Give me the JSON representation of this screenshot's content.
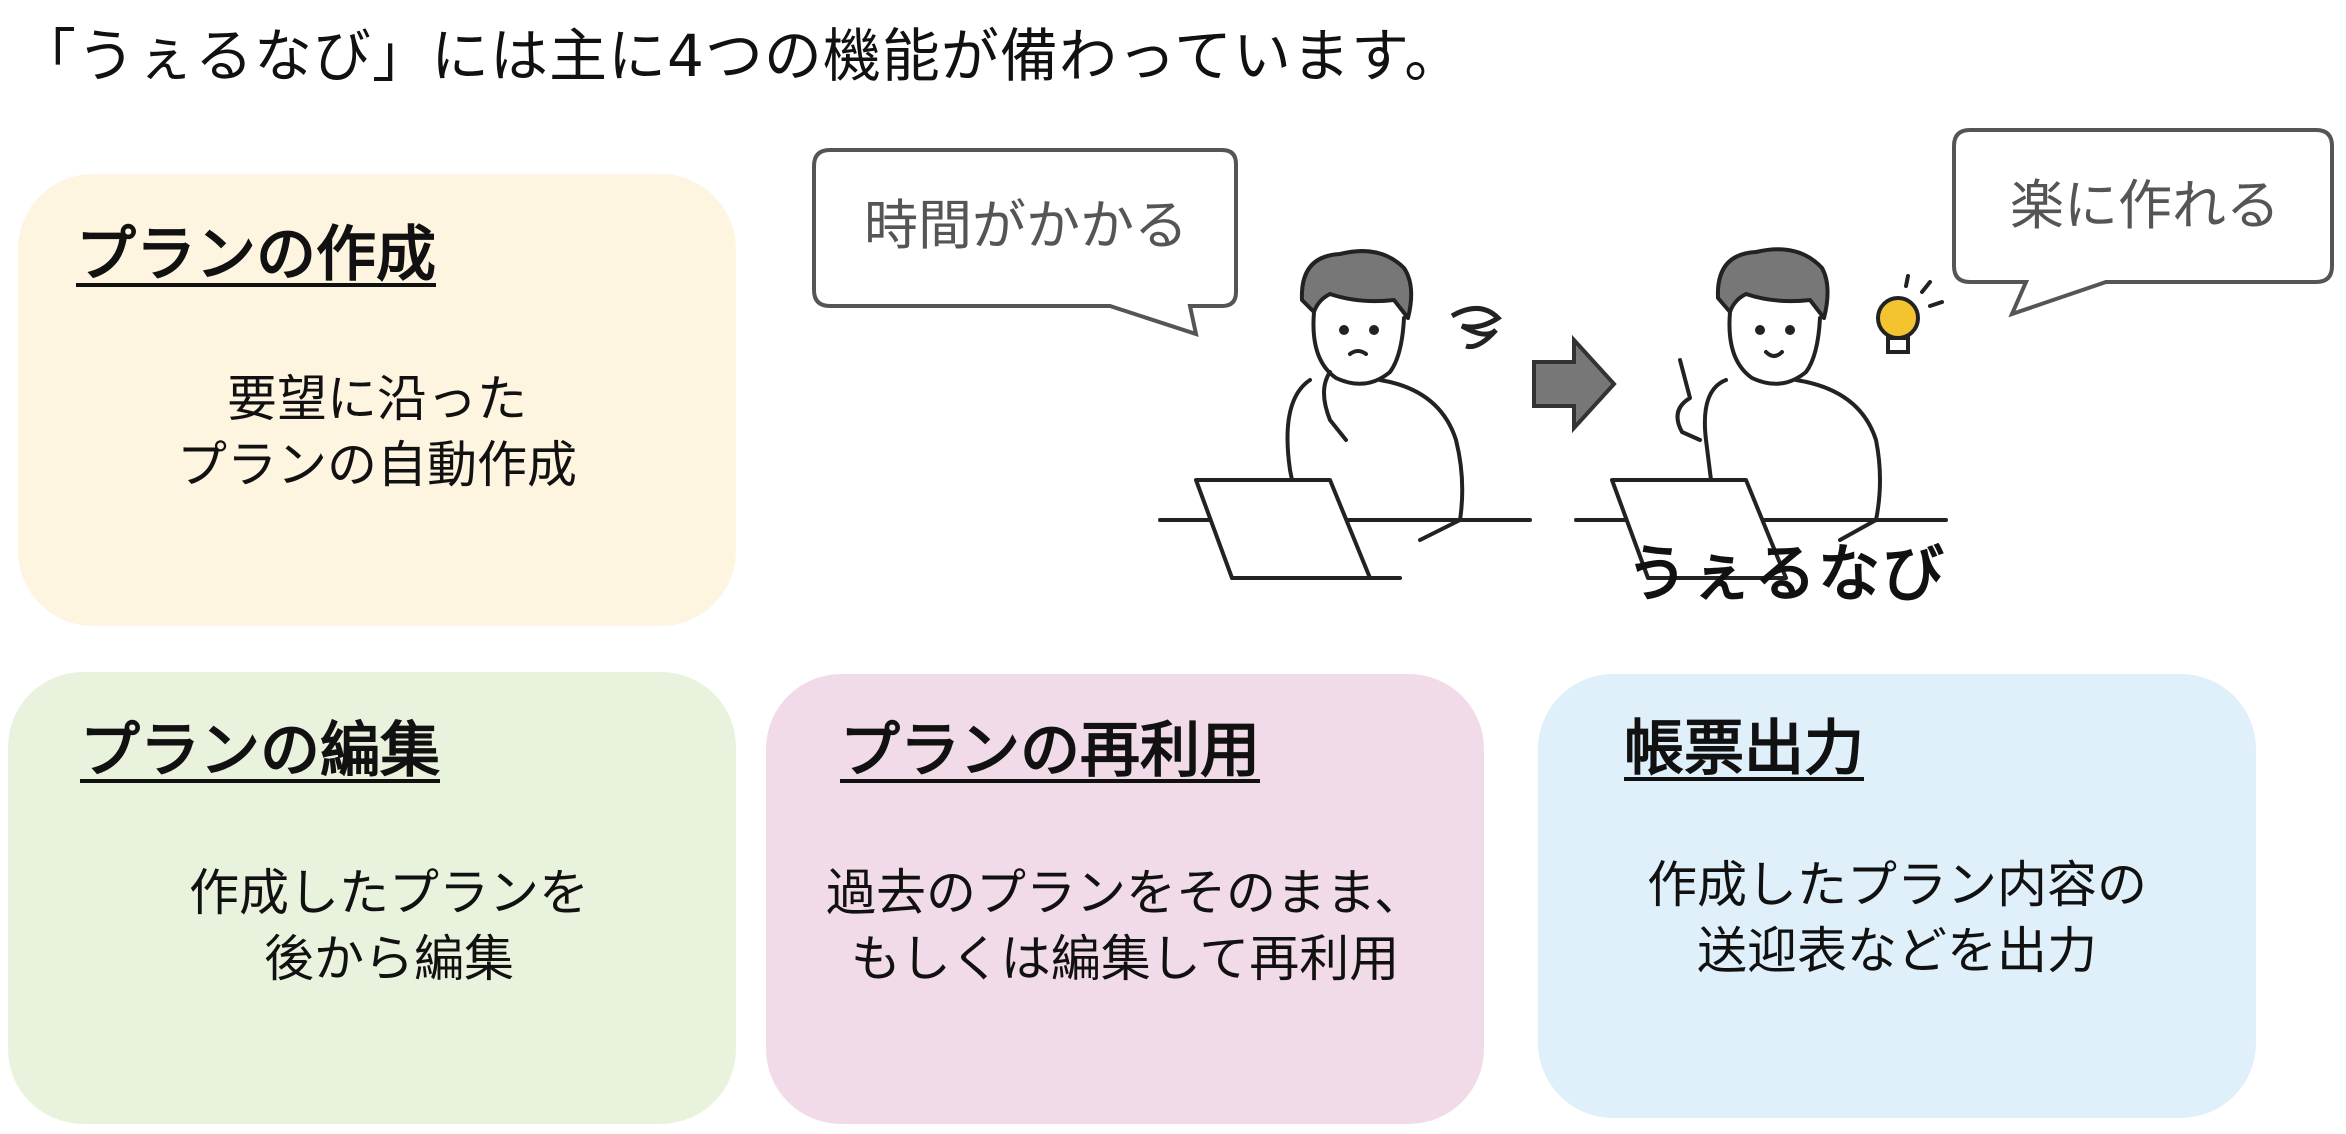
{
  "page": {
    "title": "「うぇるなび」には主に4つの機能が備わっています。"
  },
  "cards": {
    "create": {
      "title": "プランの作成",
      "desc": [
        "要望に沿った",
        "プランの自動作成"
      ],
      "color": "#fdf5e0"
    },
    "edit": {
      "title": "プランの編集",
      "desc": [
        "作成したプランを",
        "後から編集"
      ],
      "color": "#e9f2dc"
    },
    "reuse": {
      "title": "プランの再利用",
      "desc": [
        "過去のプランをそのまま、",
        "もしくは編集して再利用"
      ],
      "color": "#f2dbe9"
    },
    "output": {
      "title": "帳票出力",
      "desc": [
        "作成したプラン内容の",
        "送迎表などを出力"
      ],
      "color": "#dff0fa"
    }
  },
  "illustration": {
    "before_bubble": "時間がかかる",
    "after_bubble": "楽に作れる",
    "logo": "うぇるなび",
    "icons": [
      "worried-person-icon",
      "arrow-right-icon",
      "happy-person-icon",
      "lightbulb-icon",
      "laptop-icon"
    ]
  }
}
